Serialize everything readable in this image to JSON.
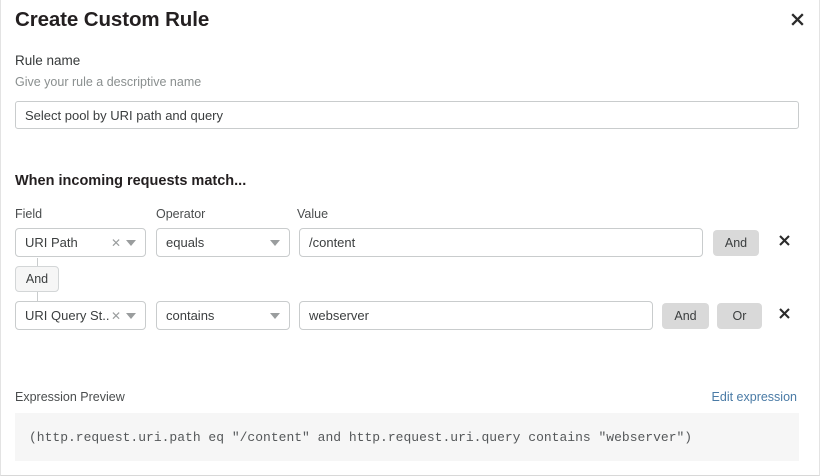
{
  "dialog": {
    "title": "Create Custom Rule",
    "close_icon": "close-icon"
  },
  "rule_name": {
    "label": "Rule name",
    "help": "Give your rule a descriptive name",
    "value": "Select pool by URI path and query",
    "placeholder": ""
  },
  "conditions": {
    "section_title": "When incoming requests match...",
    "columns": {
      "field": "Field",
      "operator": "Operator",
      "value": "Value"
    },
    "connector": "And",
    "rows": [
      {
        "field": "URI Path",
        "operator": "equals",
        "value": "/content",
        "buttons": [
          "And"
        ],
        "clear_icon": "clear-icon",
        "caret_icon": "chevron-down-icon",
        "delete_icon": "close-icon"
      },
      {
        "field": "URI Query St...",
        "operator": "contains",
        "value": "webserver",
        "buttons": [
          "And",
          "Or"
        ],
        "clear_icon": "clear-icon",
        "caret_icon": "chevron-down-icon",
        "delete_icon": "close-icon"
      }
    ]
  },
  "expression": {
    "label": "Expression Preview",
    "edit_link": "Edit expression",
    "code": "(http.request.uri.path eq \"/content\" and http.request.uri.query contains \"webserver\")"
  },
  "colors": {
    "link": "#4a7ba6",
    "button_bg": "#d9d9d9",
    "code_bg": "#f6f6f6",
    "border": "#c9cccd"
  }
}
